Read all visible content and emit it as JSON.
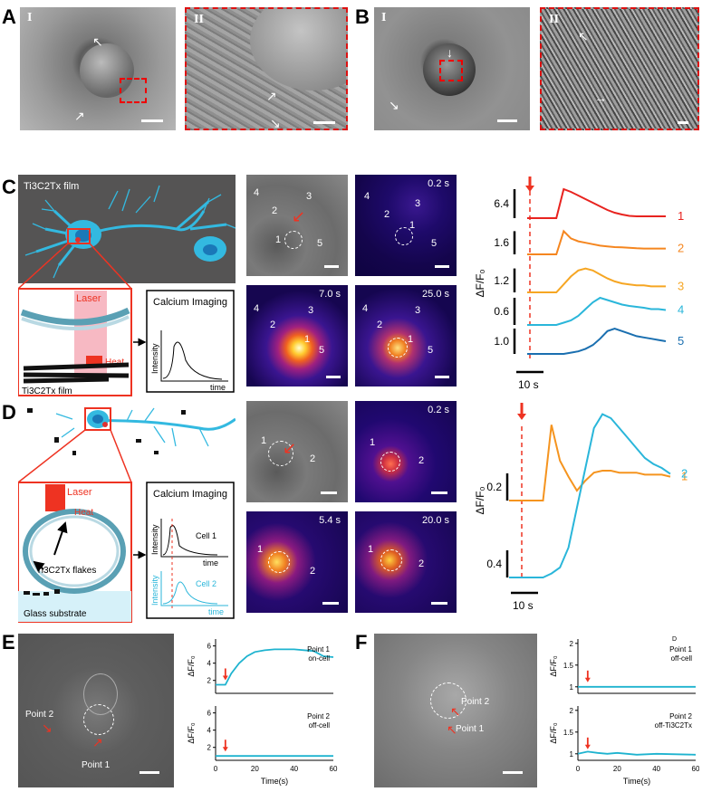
{
  "panels": {
    "A": {
      "label": "A",
      "sub1": "I",
      "sub2": "II"
    },
    "B": {
      "label": "B",
      "sub1": "I",
      "sub2": "II"
    },
    "C": {
      "label": "C",
      "film_top": "Ti3C2Tx film",
      "film_bottom": "Ti3C2Tx film",
      "laser": "Laser",
      "heat": "Heat",
      "box_title": "Calcium Imaging",
      "intensity": "Intensity",
      "time": "time",
      "images": [
        {
          "time": ""
        },
        {
          "time": "0.2 s"
        },
        {
          "time": "7.0 s"
        },
        {
          "time": "25.0 s"
        }
      ],
      "cells": [
        "1",
        "2",
        "3",
        "4",
        "5"
      ],
      "ylabel": "ΔF/F₀",
      "xscale": "10 s",
      "scales": [
        "6.4",
        "1.6",
        "1.2",
        "0.6",
        "1.0"
      ],
      "trace_ids": [
        "1",
        "2",
        "3",
        "4",
        "5"
      ],
      "colors": [
        "#e8231f",
        "#f5861f",
        "#f6a623",
        "#2ab6da",
        "#1a6fb0"
      ]
    },
    "D": {
      "label": "D",
      "laser": "Laser",
      "heat": "Heat",
      "flakes": "Ti3C2Tx flakes",
      "substrate": "Glass substrate",
      "box_title": "Calcium Imaging",
      "intensity": "Intensity",
      "time": "time",
      "cell1": "Cell 1",
      "cell2": "Cell 2",
      "images": [
        {
          "time": ""
        },
        {
          "time": "0.2 s"
        },
        {
          "time": "5.4 s"
        },
        {
          "time": "20.0 s"
        }
      ],
      "cells": [
        "1",
        "2"
      ],
      "ylabel": "ΔF/F₀",
      "xscale": "10 s",
      "scales": [
        "0.2",
        "0.4"
      ],
      "trace_ids": [
        "1",
        "2"
      ],
      "colors": [
        "#f5941f",
        "#2ab6da"
      ]
    },
    "E": {
      "label": "E",
      "point1": "Point 1",
      "point2": "Point 2",
      "top": {
        "ylabel": "ΔF/F₀",
        "yticks": [
          "2",
          "4",
          "6"
        ],
        "annot1": "Point 1",
        "annot2": "on-cell"
      },
      "bottom": {
        "ylabel": "ΔF/F₀",
        "yticks": [
          "2",
          "4",
          "6"
        ],
        "annot1": "Point 2",
        "annot2": "off-cell"
      },
      "xticks": [
        "0",
        "20",
        "40",
        "60"
      ],
      "xlabel": "Time(s)"
    },
    "F": {
      "label": "F",
      "corner": "D",
      "point1": "Point 1",
      "point2": "Point 2",
      "top": {
        "ylabel": "ΔF/F₀",
        "yticks": [
          "1",
          "1.5",
          "2"
        ],
        "annot1": "Point 1",
        "annot2": "off-cell"
      },
      "bottom": {
        "ylabel": "ΔF/F₀",
        "yticks": [
          "1",
          "1.5",
          "2"
        ],
        "annot1": "Point 2",
        "annot2": "off-Ti3C2Tx"
      },
      "xticks": [
        "0",
        "20",
        "40",
        "60"
      ],
      "xlabel": "Time(s)"
    }
  },
  "chart_data": [
    {
      "type": "line",
      "panel": "C",
      "ylabel": "ΔF/F₀",
      "series": [
        {
          "name": "1",
          "values": [
            0,
            0,
            0,
            0,
            0,
            6.4,
            5.8,
            5.0,
            4.2,
            3.4,
            2.6,
            1.8,
            1.2,
            0.8,
            0.5,
            0.4,
            0.4,
            0.4,
            0.4,
            0.4
          ]
        },
        {
          "name": "2",
          "values": [
            0,
            0,
            0,
            0,
            0,
            1.6,
            1.1,
            0.9,
            0.8,
            0.7,
            0.6,
            0.55,
            0.5,
            0.48,
            0.45,
            0.42,
            0.4,
            0.4,
            0.4,
            0.4
          ]
        },
        {
          "name": "3",
          "values": [
            0,
            0,
            0,
            0,
            0,
            0.4,
            0.8,
            1.1,
            1.2,
            1.1,
            0.9,
            0.7,
            0.55,
            0.45,
            0.4,
            0.35,
            0.35,
            0.3,
            0.3,
            0.3
          ]
        },
        {
          "name": "4",
          "values": [
            0,
            0,
            0,
            0,
            0,
            0.05,
            0.1,
            0.2,
            0.35,
            0.5,
            0.6,
            0.55,
            0.5,
            0.45,
            0.42,
            0.4,
            0.38,
            0.35,
            0.35,
            0.33
          ]
        },
        {
          "name": "5",
          "values": [
            0,
            0,
            0,
            0,
            0,
            0,
            0.05,
            0.1,
            0.2,
            0.35,
            0.6,
            0.9,
            1.0,
            0.9,
            0.8,
            0.7,
            0.65,
            0.6,
            0.55,
            0.5
          ]
        }
      ]
    },
    {
      "type": "line",
      "panel": "D",
      "ylabel": "ΔF/F₀",
      "series": [
        {
          "name": "1",
          "values": [
            0,
            0,
            0,
            0,
            0,
            0.38,
            0.2,
            0.12,
            0.05,
            0.1,
            0.14,
            0.15,
            0.15,
            0.14,
            0.14,
            0.14,
            0.13,
            0.13,
            0.13,
            0.12
          ]
        },
        {
          "name": "2",
          "values": [
            0,
            0,
            0,
            0,
            0,
            0.02,
            0.05,
            0.15,
            0.35,
            0.55,
            0.75,
            0.82,
            0.8,
            0.75,
            0.7,
            0.65,
            0.6,
            0.57,
            0.55,
            0.52
          ]
        }
      ]
    },
    {
      "type": "line",
      "panel": "E",
      "xlabel": "Time(s)",
      "ylabel": "ΔF/F₀",
      "xlim": [
        0,
        60
      ],
      "series": [
        {
          "name": "Point 1 on-cell",
          "x": [
            0,
            5,
            8,
            12,
            16,
            20,
            25,
            30,
            40,
            50,
            55,
            60
          ],
          "values": [
            1.5,
            1.5,
            2.8,
            4.0,
            4.8,
            5.3,
            5.5,
            5.6,
            5.6,
            5.4,
            4.8,
            4.7
          ]
        },
        {
          "name": "Point 2 off-cell",
          "x": [
            0,
            60
          ],
          "values": [
            1.0,
            1.0
          ]
        }
      ]
    },
    {
      "type": "line",
      "panel": "F",
      "xlabel": "Time(s)",
      "ylabel": "ΔF/F₀",
      "xlim": [
        0,
        60
      ],
      "series": [
        {
          "name": "Point 1 off-cell",
          "x": [
            0,
            60
          ],
          "values": [
            1.0,
            1.0
          ]
        },
        {
          "name": "Point 2 off-Ti3C2Tx",
          "x": [
            0,
            5,
            10,
            15,
            20,
            25,
            30,
            40,
            50,
            60
          ],
          "values": [
            1.0,
            1.05,
            1.02,
            1.0,
            1.02,
            1.0,
            0.98,
            1.0,
            0.99,
            0.98
          ]
        }
      ]
    }
  ]
}
